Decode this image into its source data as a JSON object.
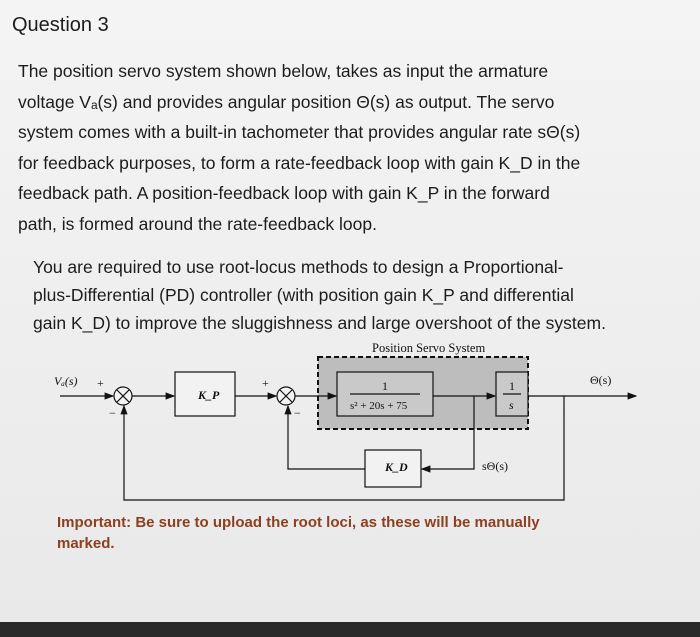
{
  "heading": "Question 3",
  "paragraph1": [
    "The position servo system shown below, takes as input the armature",
    "voltage Vₐ(s) and provides angular position Θ(s) as output. The servo",
    "system comes with a built-in tachometer that provides angular rate sΘ(s)",
    "for feedback purposes, to form a rate-feedback loop with gain K_D in the",
    "feedback path. A position-feedback loop with gain K_P in the forward",
    "path, is formed around the rate-feedback loop."
  ],
  "paragraph2": [
    "You are required to use root-locus methods to design a Proportional-",
    "plus-Differential (PD) controller (with position gain K_P and differential",
    "gain K_D) to improve the sluggishness and large overshoot of the system."
  ],
  "diagram": {
    "title": "Position Servo System",
    "input": "Vₐ(s)",
    "output": "Θ(s)",
    "rate_signal": "sΘ(s)",
    "kp": "K_P",
    "kd": "K_D",
    "plant_num": "1",
    "plant_den": "s² + 20s + 75",
    "int_num": "1",
    "int_den": "s",
    "plus": "+",
    "minus": "−"
  },
  "important": [
    "Important: Be sure to upload the root loci, as these will be manually",
    "marked."
  ]
}
